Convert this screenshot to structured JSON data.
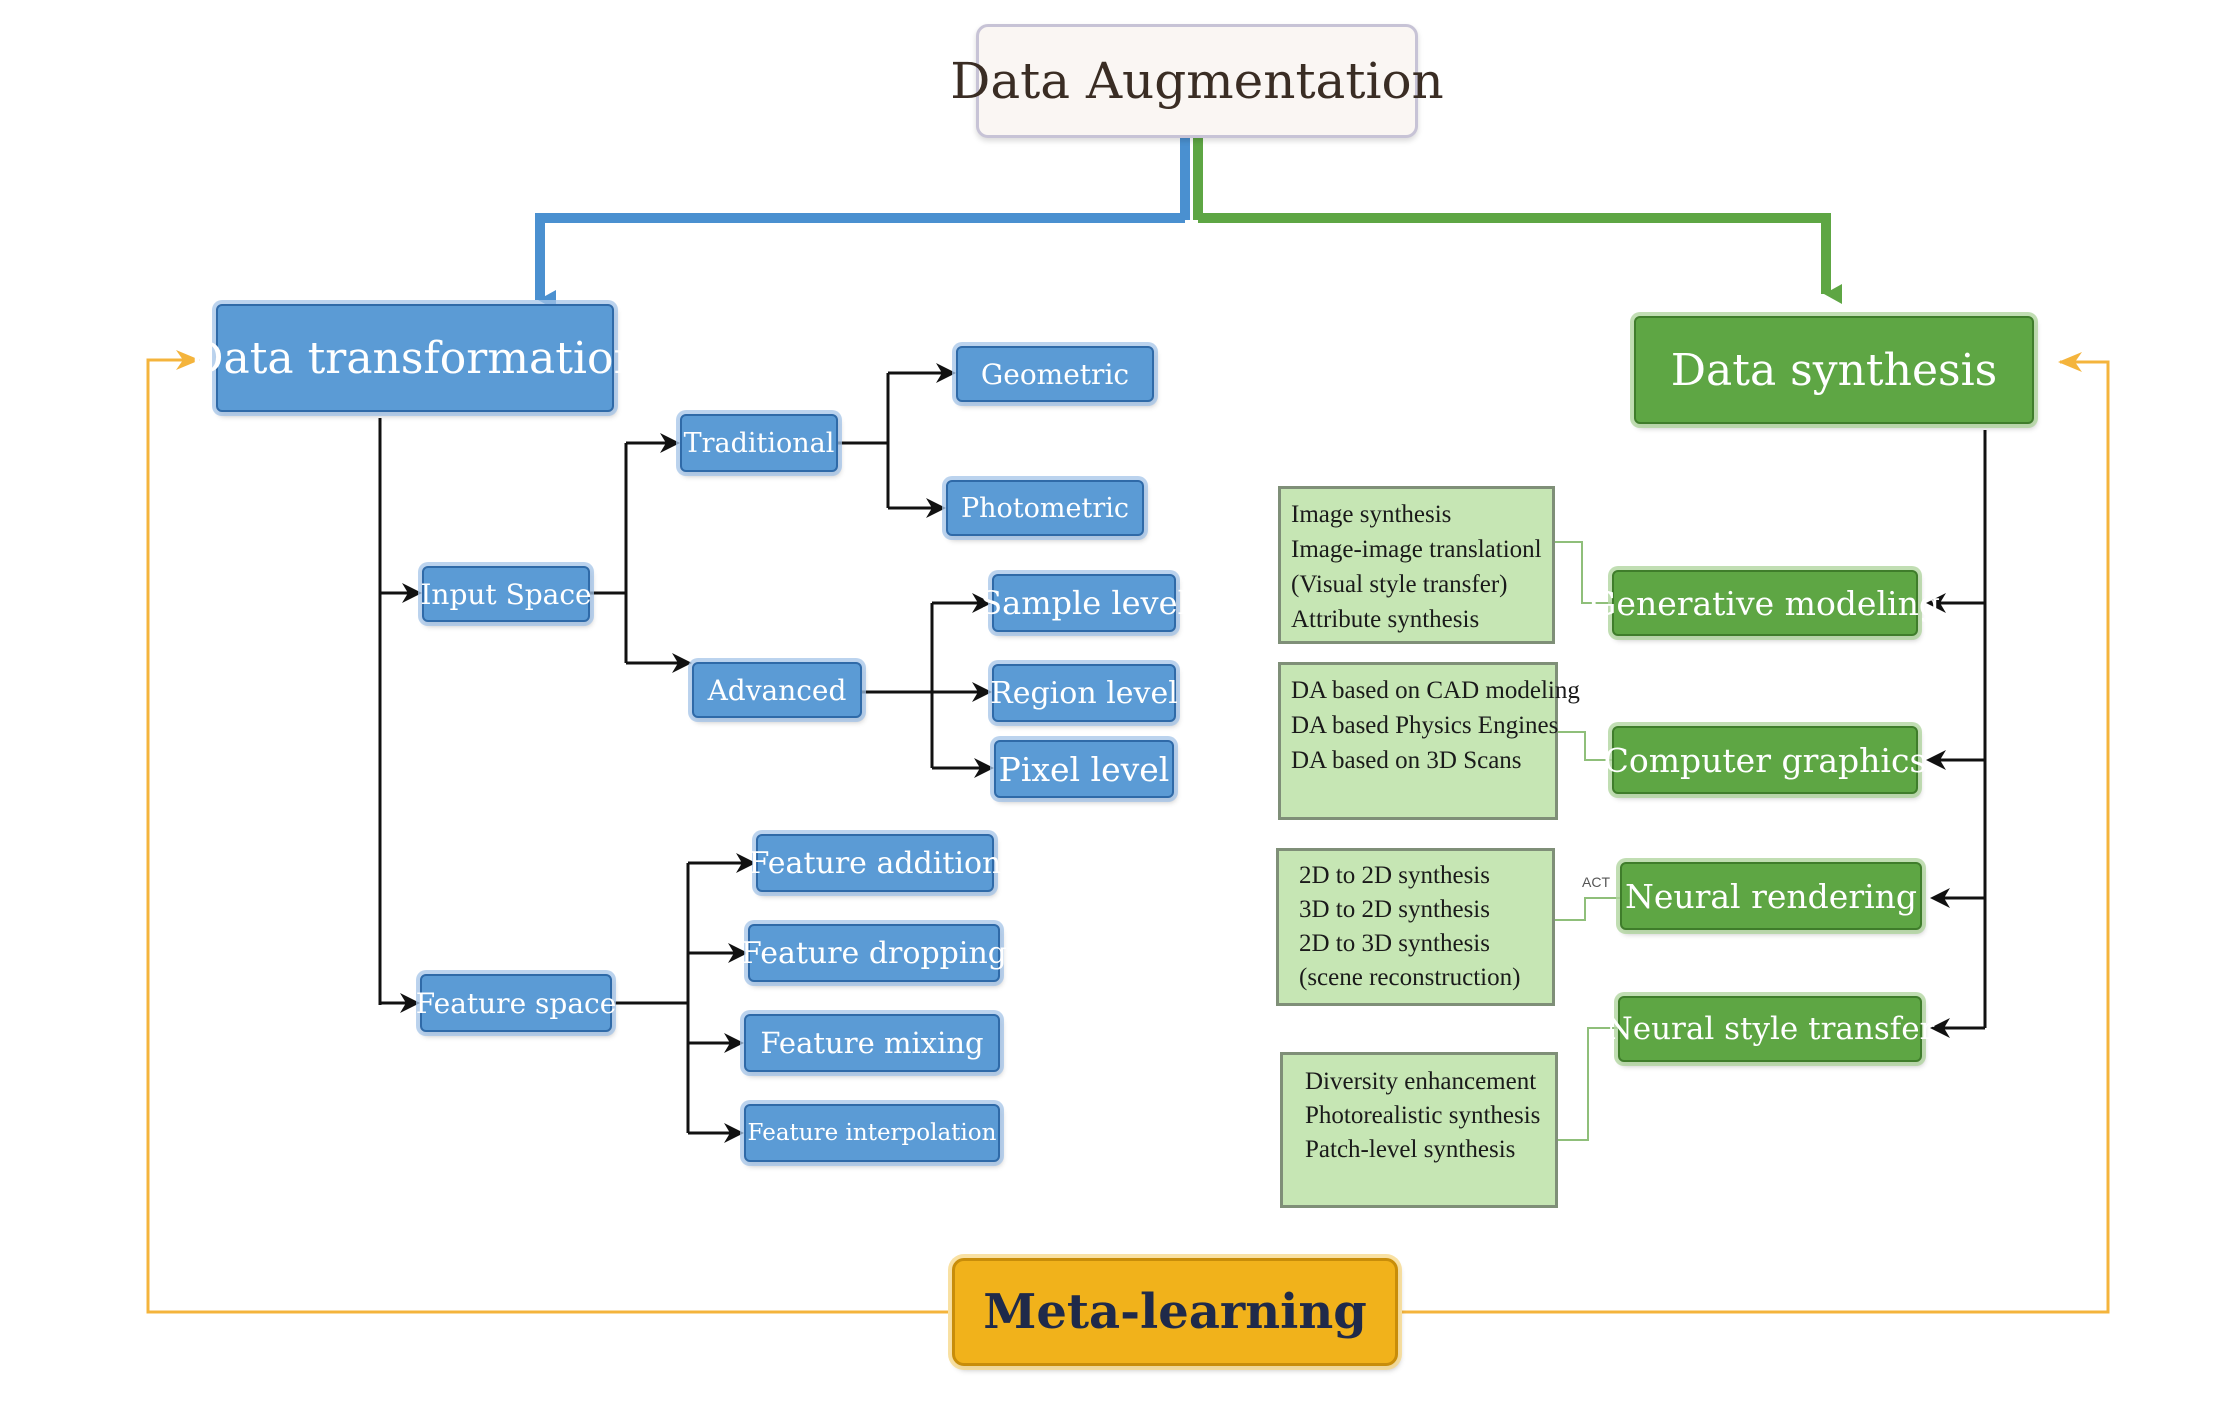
{
  "title": "Data Augmentation",
  "left": {
    "root": "Data transformation",
    "input_space": "Input Space",
    "traditional": "Traditional",
    "geometric": "Geometric",
    "photometric": "Photometric",
    "advanced": "Advanced",
    "sample_level": "Sample level",
    "region_level": "Region level",
    "pixel_level": "Pixel level",
    "feature_space": "Feature space",
    "feature_addition": "Feature addition",
    "feature_dropping": "Feature dropping",
    "feature_mixing": "Feature mixing",
    "feature_interpolation": "Feature interpolation"
  },
  "right": {
    "root": "Data synthesis",
    "generative_modeling": "Generative modeling",
    "computer_graphics": "Computer graphics",
    "neural_rendering": "Neural rendering",
    "neural_style_transfer": "Neural style transfer",
    "act_label": "ACT",
    "generative_details": [
      "Image synthesis",
      "Image-image translationl",
      "(Visual style transfer)",
      "Attribute synthesis"
    ],
    "graphics_details": [
      "DA based on CAD modeling",
      "DA based Physics Engines",
      "DA based on 3D Scans"
    ],
    "rendering_details": [
      "2D to 2D synthesis",
      "3D to 2D synthesis",
      "2D to 3D synthesis",
      "(scene reconstruction)"
    ],
    "style_details": [
      "Diversity enhancement",
      "Photorealistic synthesis",
      "Patch-level synthesis"
    ]
  },
  "bottom": "Meta-learning",
  "colors": {
    "blue": "#5b9bd5",
    "green": "#5ea644",
    "light_green": "#c6e6b4",
    "orange": "#f1b21b",
    "connector_blue": "#4a90d0",
    "connector_green": "#5ea644",
    "feedback_orange": "#f4b43c"
  }
}
